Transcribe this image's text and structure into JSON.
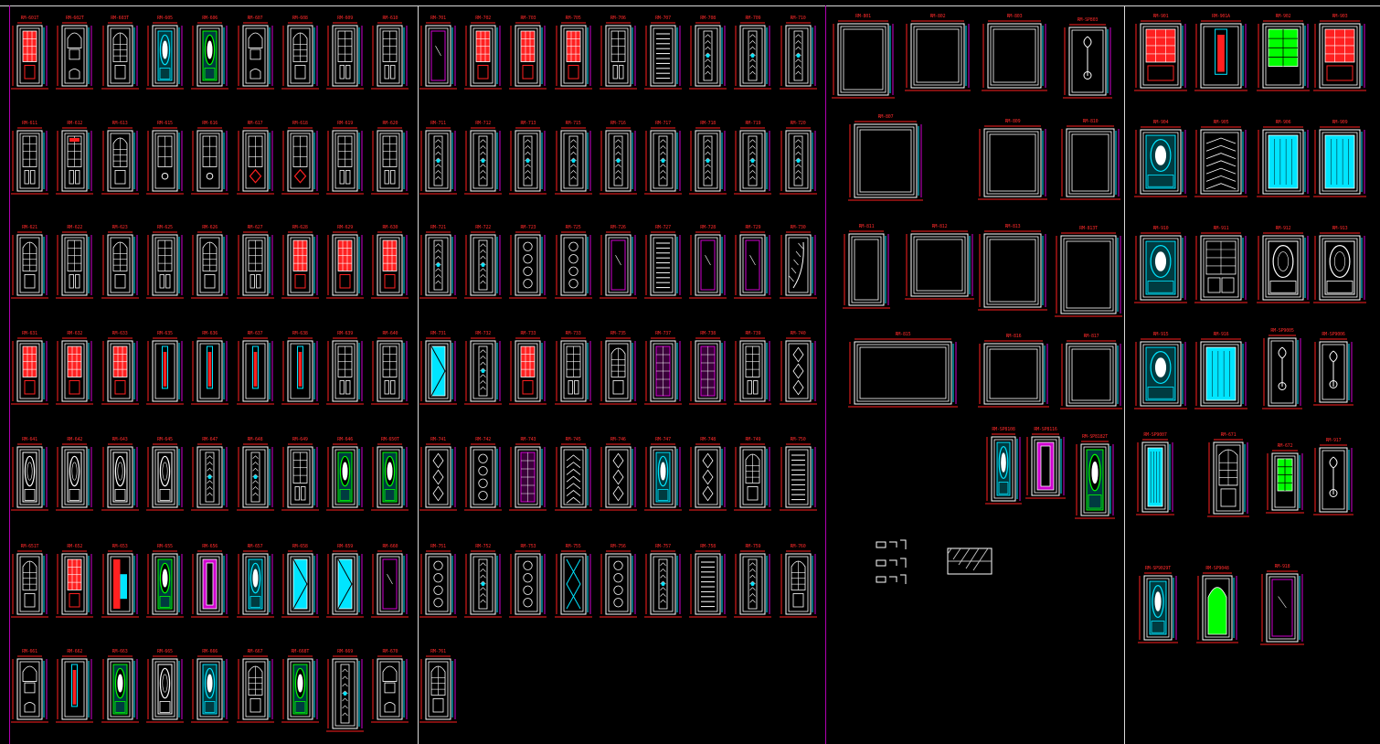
{
  "colors": {
    "background": "#000000",
    "frame": "#d9d9d9",
    "label": "#ff2a2a",
    "dimension": "#ff2020",
    "cyan": "#00e5ff",
    "magenta": "#d000d0",
    "white": "#ffffff",
    "green": "#00ff00",
    "gray": "#9a9a9a"
  },
  "sections": [
    {
      "id": "sec1",
      "rows": [
        {
          "doors": [
            {
              "label": "RM-601T",
              "style": "red-grid-top"
            },
            {
              "label": "RM-602T",
              "style": "arch-panels"
            },
            {
              "label": "RM-603T",
              "style": "arch-grid"
            },
            {
              "label": "RM-605",
              "style": "cyan-oval"
            },
            {
              "label": "RM-606",
              "style": "green-oval"
            },
            {
              "label": "RM-607",
              "style": "white-arch"
            },
            {
              "label": "RM-608",
              "style": "white-arch-grid"
            },
            {
              "label": "RM-609",
              "style": "white-grid"
            },
            {
              "label": "RM-610",
              "style": "white-grid"
            }
          ]
        },
        {
          "doors": [
            {
              "label": "RM-611",
              "style": "white-grid"
            },
            {
              "label": "RM-612",
              "style": "white-grid-red"
            },
            {
              "label": "RM-613",
              "style": "arch-grid"
            },
            {
              "label": "RM-615",
              "style": "grid-circle"
            },
            {
              "label": "RM-616",
              "style": "grid-circle"
            },
            {
              "label": "RM-617",
              "style": "grid-diamond"
            },
            {
              "label": "RM-618",
              "style": "grid-diamond"
            },
            {
              "label": "RM-619",
              "style": "white-grid"
            },
            {
              "label": "RM-620",
              "style": "white-grid"
            }
          ]
        },
        {
          "doors": [
            {
              "label": "RM-621",
              "style": "arch-grid"
            },
            {
              "label": "RM-622",
              "style": "white-grid"
            },
            {
              "label": "RM-623",
              "style": "arch-grid"
            },
            {
              "label": "RM-625",
              "style": "white-grid"
            },
            {
              "label": "RM-626",
              "style": "arch-grid"
            },
            {
              "label": "RM-627",
              "style": "white-grid"
            },
            {
              "label": "RM-628",
              "style": "red-grid-top"
            },
            {
              "label": "RM-629",
              "style": "red-grid-top"
            },
            {
              "label": "RM-630",
              "style": "red-grid-top"
            }
          ]
        },
        {
          "doors": [
            {
              "label": "RM-631",
              "style": "red-grid-top"
            },
            {
              "label": "RM-632",
              "style": "red-grid-top"
            },
            {
              "label": "RM-633",
              "style": "red-grid-top"
            },
            {
              "label": "RM-635",
              "style": "slim-panel"
            },
            {
              "label": "RM-636",
              "style": "slim-panel"
            },
            {
              "label": "RM-637",
              "style": "slim-panel"
            },
            {
              "label": "RM-638",
              "style": "slim-panel"
            },
            {
              "label": "RM-639",
              "style": "white-grid"
            },
            {
              "label": "RM-640",
              "style": "white-grid"
            }
          ]
        },
        {
          "doors": [
            {
              "label": "RM-641",
              "style": "white-oval"
            },
            {
              "label": "RM-642",
              "style": "white-oval"
            },
            {
              "label": "RM-643",
              "style": "white-oval"
            },
            {
              "label": "RM-645",
              "style": "white-oval"
            },
            {
              "label": "RM-647",
              "style": "narrow-pattern"
            },
            {
              "label": "RM-648",
              "style": "narrow-pattern"
            },
            {
              "label": "RM-649",
              "style": "white-grid"
            },
            {
              "label": "RM-646",
              "style": "green-oval"
            },
            {
              "label": "RM-650T",
              "style": "green-oval"
            }
          ]
        },
        {
          "doors": [
            {
              "label": "RM-651T",
              "style": "white-arch-grid"
            },
            {
              "label": "RM-652",
              "style": "red-grid-top"
            },
            {
              "label": "RM-653",
              "style": "red-cyan"
            },
            {
              "label": "RM-655",
              "style": "green-oval"
            },
            {
              "label": "RM-656",
              "style": "magenta-panel"
            },
            {
              "label": "RM-657",
              "style": "cyan-oval"
            },
            {
              "label": "RM-658",
              "style": "cyan-diag"
            },
            {
              "label": "RM-659",
              "style": "cyan-diag"
            },
            {
              "label": "RM-660",
              "style": "dark-panel"
            }
          ]
        },
        {
          "doors": [
            {
              "label": "RM-661",
              "style": "arch-panels"
            },
            {
              "label": "RM-662",
              "style": "slim-panel"
            },
            {
              "label": "RM-663",
              "style": "green-oval"
            },
            {
              "label": "RM-665",
              "style": "white-oval"
            },
            {
              "label": "RM-666",
              "style": "cyan-oval"
            },
            {
              "label": "RM-667",
              "style": "white-arch-grid"
            },
            {
              "label": "RM-668T",
              "style": "green-oval"
            },
            {
              "label": "RM-669",
              "style": "narrow-pattern"
            },
            {
              "label": "RM-670",
              "style": "white-arch"
            }
          ]
        }
      ]
    },
    {
      "id": "sec2",
      "rows": [
        {
          "doors": [
            {
              "label": "RM-701",
              "style": "dark-panel"
            },
            {
              "label": "RM-702",
              "style": "red-grid-top"
            },
            {
              "label": "RM-703",
              "style": "red-grid-top"
            },
            {
              "label": "RM-705",
              "style": "red-grid-top"
            },
            {
              "label": "RM-706",
              "style": "white-grid"
            },
            {
              "label": "RM-707",
              "style": "ladder"
            },
            {
              "label": "RM-708",
              "style": "narrow-pattern"
            },
            {
              "label": "RM-709",
              "style": "narrow-pattern"
            },
            {
              "label": "RM-710",
              "style": "narrow-pattern"
            }
          ]
        },
        {
          "doors": [
            {
              "label": "RM-711",
              "style": "narrow-pattern"
            },
            {
              "label": "RM-712",
              "style": "narrow-pattern"
            },
            {
              "label": "RM-713",
              "style": "narrow-pattern"
            },
            {
              "label": "RM-715",
              "style": "narrow-pattern"
            },
            {
              "label": "RM-716",
              "style": "narrow-pattern"
            },
            {
              "label": "RM-717",
              "style": "narrow-pattern"
            },
            {
              "label": "RM-718",
              "style": "narrow-pattern"
            },
            {
              "label": "RM-719",
              "style": "narrow-pattern"
            },
            {
              "label": "RM-720",
              "style": "narrow-pattern"
            }
          ]
        },
        {
          "doors": [
            {
              "label": "RM-721",
              "style": "narrow-pattern"
            },
            {
              "label": "RM-722",
              "style": "narrow-pattern"
            },
            {
              "label": "RM-723",
              "style": "circle-pattern"
            },
            {
              "label": "RM-725",
              "style": "circle-pattern"
            },
            {
              "label": "RM-726",
              "style": "dark-panel"
            },
            {
              "label": "RM-727",
              "style": "ladder"
            },
            {
              "label": "RM-728",
              "style": "dark-panel"
            },
            {
              "label": "RM-729",
              "style": "dark-panel"
            },
            {
              "label": "RM-730",
              "style": "leaf"
            }
          ]
        },
        {
          "doors": [
            {
              "label": "RM-731",
              "style": "cyan-diag"
            },
            {
              "label": "RM-732",
              "style": "narrow-pattern"
            },
            {
              "label": "RM-733",
              "style": "red-grid-top"
            },
            {
              "label": "RM-733",
              "style": "white-grid"
            },
            {
              "label": "RM-735",
              "style": "white-arch-grid"
            },
            {
              "label": "RM-737",
              "style": "magenta-grid"
            },
            {
              "label": "RM-738",
              "style": "magenta-grid"
            },
            {
              "label": "RM-739",
              "style": "white-grid"
            },
            {
              "label": "RM-740",
              "style": "diamond"
            }
          ]
        },
        {
          "doors": [
            {
              "label": "RM-741",
              "style": "diamond"
            },
            {
              "label": "RM-742",
              "style": "circle-pattern"
            },
            {
              "label": "RM-743",
              "style": "magenta-grid"
            },
            {
              "label": "RM-745",
              "style": "chevron"
            },
            {
              "label": "RM-746",
              "style": "diamond"
            },
            {
              "label": "RM-747",
              "style": "cyan-oval"
            },
            {
              "label": "RM-748",
              "style": "diamond"
            },
            {
              "label": "RM-749",
              "style": "white-arch-grid"
            },
            {
              "label": "RM-750",
              "style": "ladder"
            }
          ]
        },
        {
          "doors": [
            {
              "label": "RM-751",
              "style": "circle-pattern"
            },
            {
              "label": "RM-752",
              "style": "narrow-pattern"
            },
            {
              "label": "RM-753",
              "style": "circle-pattern"
            },
            {
              "label": "RM-755",
              "style": "cross"
            },
            {
              "label": "RM-756",
              "style": "circle-pattern"
            },
            {
              "label": "RM-757",
              "style": "narrow-pattern"
            },
            {
              "label": "RM-758",
              "style": "ladder"
            },
            {
              "label": "RM-759",
              "style": "narrow-pattern"
            },
            {
              "label": "RM-760",
              "style": "white-arch-grid"
            }
          ]
        },
        {
          "doors": [
            {
              "label": "RM-761",
              "style": "white-arch-grid"
            }
          ]
        }
      ]
    },
    {
      "id": "sec3",
      "items": [
        {
          "label": "RM-801",
          "style": "double-white"
        },
        {
          "label": "RM-802",
          "style": "double-gray"
        },
        {
          "label": "RM-803",
          "style": "double-oval"
        },
        {
          "label": "RM-SP803",
          "style": "ornate"
        },
        {
          "label": "RM-807",
          "style": "double-white-x"
        },
        {
          "label": "RM-809",
          "style": "double-red"
        },
        {
          "label": "RM-810",
          "style": "double-magenta"
        },
        {
          "label": "RM-811",
          "style": "arch-cyan"
        },
        {
          "label": "RM-812",
          "style": "double-cyan-small"
        },
        {
          "label": "RM-813",
          "style": "double-ornate"
        },
        {
          "label": "RM-813T",
          "style": "double-arch"
        },
        {
          "label": "RM-815",
          "style": "triple-cyan"
        },
        {
          "label": "RM-816",
          "style": "double-cyan-x"
        },
        {
          "label": "RM-817",
          "style": "double-x"
        },
        {
          "label": "RM-SP8108",
          "style": "cyan-oval"
        },
        {
          "label": "RM-SP8116",
          "style": "magenta-panel"
        },
        {
          "label": "RM-SP8182T",
          "style": "green-oval"
        }
      ]
    },
    {
      "id": "sec4",
      "items": [
        {
          "label": "RM-901",
          "style": "red-grid-top"
        },
        {
          "label": "RM-901A",
          "style": "slim-panel"
        },
        {
          "label": "RM-902",
          "style": "green-grid"
        },
        {
          "label": "RM-903",
          "style": "red-grid-top"
        },
        {
          "label": "RM-904",
          "style": "cyan-oval"
        },
        {
          "label": "RM-905",
          "style": "chevron"
        },
        {
          "label": "RM-906",
          "style": "cyan-panel"
        },
        {
          "label": "RM-909",
          "style": "cyan-panel"
        },
        {
          "label": "RM-910",
          "style": "cyan-oval"
        },
        {
          "label": "RM-911",
          "style": "white-grid"
        },
        {
          "label": "RM-912",
          "style": "white-oval"
        },
        {
          "label": "RM-913",
          "style": "white-oval"
        },
        {
          "label": "RM-915",
          "style": "cyan-oval"
        },
        {
          "label": "RM-916",
          "style": "cyan-panel"
        },
        {
          "label": "RM-SP9005",
          "style": "ornate"
        },
        {
          "label": "RM-SP9006",
          "style": "ornate"
        },
        {
          "label": "RM-SP9007",
          "style": "cyan-panel"
        },
        {
          "label": "RM-671",
          "style": "white-arch-grid"
        },
        {
          "label": "RM-672",
          "style": "green-grid"
        },
        {
          "label": "RM-917",
          "style": "ornate"
        },
        {
          "label": "RM-SP9029T",
          "style": "cyan-oval"
        },
        {
          "label": "RM-SP9048",
          "style": "green-arch"
        },
        {
          "label": "RM-918",
          "style": "dark-panel"
        }
      ]
    }
  ]
}
